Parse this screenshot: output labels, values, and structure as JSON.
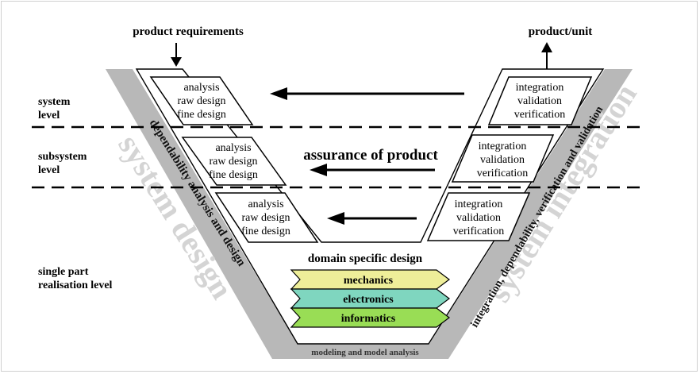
{
  "top": {
    "left_label": "product requirements",
    "right_label": "product/unit"
  },
  "levels": [
    {
      "lines": [
        "system",
        "level"
      ]
    },
    {
      "lines": [
        "subsystem",
        "level"
      ]
    },
    {
      "lines": [
        "single part",
        "realisation level"
      ]
    }
  ],
  "design_boxes": [
    {
      "lines": [
        "analysis",
        "raw design",
        "fine design"
      ]
    },
    {
      "lines": [
        "analysis",
        "raw design",
        "fine design"
      ]
    },
    {
      "lines": [
        "analysis",
        "raw design",
        "fine design"
      ]
    }
  ],
  "integration_boxes": [
    {
      "lines": [
        "integration",
        "validation",
        "verification"
      ]
    },
    {
      "lines": [
        "integration",
        "validation",
        "verification"
      ]
    },
    {
      "lines": [
        "integration",
        "validation",
        "verification"
      ]
    }
  ],
  "assurance_label": "assurance of product",
  "domain": {
    "title": "domain specific design",
    "items": [
      {
        "label": "mechanics",
        "color": "#eeee99"
      },
      {
        "label": "electronics",
        "color": "#7fd6bf"
      },
      {
        "label": "informatics",
        "color": "#99dd55"
      }
    ]
  },
  "band_labels": {
    "left_inner": "dependability analysis and design",
    "right_inner": "integration, dependability, verification and validation",
    "bottom": "modeling and model analysis"
  },
  "watermarks": {
    "left": "system design",
    "right": "system integration"
  },
  "colors": {
    "band": "#b8b8b8",
    "watermark": "#d4d4d4"
  }
}
